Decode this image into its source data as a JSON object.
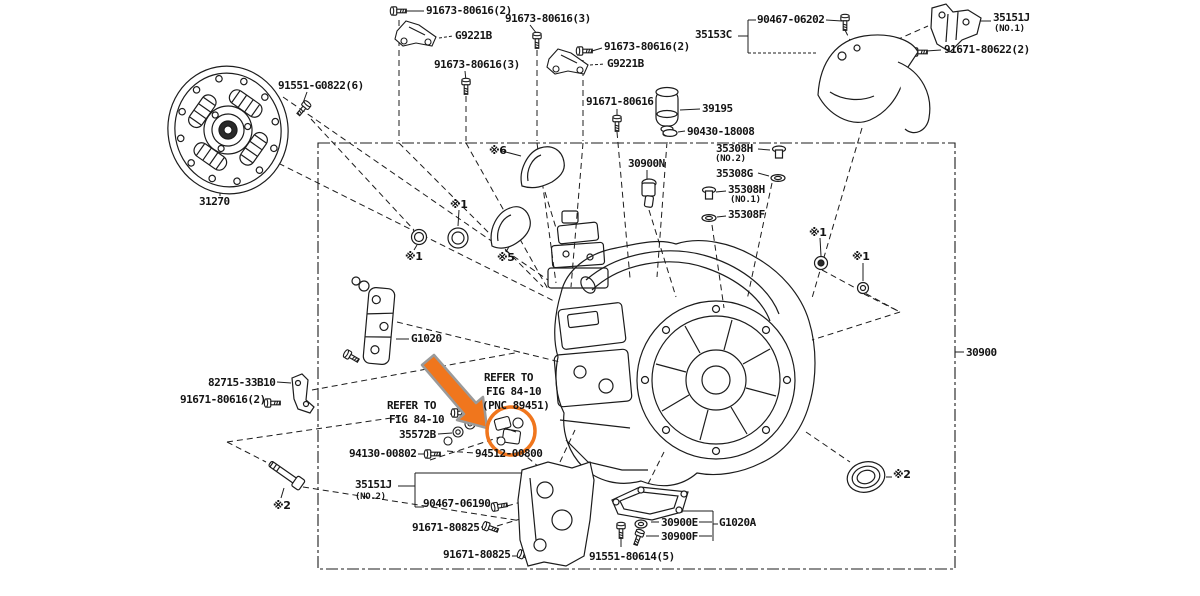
{
  "diagram": {
    "kind": "exploded-parts-diagram",
    "frame_part_label": "30900",
    "colors": {
      "line": "#1c1c1c",
      "highlight": "#f0761d",
      "arrow_outline": "#9a9a9a",
      "background": "#ffffff"
    },
    "labels": {
      "bolt_91673_a": {
        "text": "91673-80616(2)"
      },
      "bracket_g9221_a": {
        "text": "G9221B"
      },
      "bolt_91673_b": {
        "text": "91673-80616(3)"
      },
      "bolt_91673_c": {
        "text": "91673-80616(3)"
      },
      "bolt_91673_d": {
        "text": "91673-80616(2)"
      },
      "bracket_g9221_b": {
        "text": "G9221B"
      },
      "bolt_91671_a": {
        "text": "91671-80616"
      },
      "breather_39195": {
        "text": "39195"
      },
      "washer_90430": {
        "text": "90430-18008"
      },
      "cover_35153c": {
        "text": "35153C"
      },
      "screw_90467_a": {
        "text": "90467-06202"
      },
      "bracket_35151j_1": {
        "text": "35151J",
        "sub": "(NO.1)"
      },
      "bolt_91671_b": {
        "text": "91671-80622(2)"
      },
      "bolt_91551_g": {
        "text": "91551-G0822(6)"
      },
      "disc_31270": {
        "text": "31270"
      },
      "plug_35308h_2": {
        "text": "35308H",
        "sub": "(NO.2)"
      },
      "gasket_35308g": {
        "text": "35308G"
      },
      "plug_35308h_1": {
        "text": "35308H",
        "sub": "(NO.1)"
      },
      "gasket_35308f": {
        "text": "35308F"
      },
      "sensor_30900n": {
        "text": "30900N"
      },
      "note_6": {
        "text": "※6"
      },
      "note_1_a": {
        "text": "※1"
      },
      "note_1_b": {
        "text": "※1"
      },
      "note_5": {
        "text": "※5"
      },
      "bracket_g1020": {
        "text": "G1020"
      },
      "bracket_82715": {
        "text": "82715-33B10"
      },
      "bolt_91671_c": {
        "text": "91671-80616(2)"
      },
      "note_2_a": {
        "text": "※2"
      },
      "refer_r1": {
        "text": "REFER TO"
      },
      "refer_r2": {
        "text": "FIG 84-10"
      },
      "refer_r3": {
        "text": "(PNC 89451)"
      },
      "refer_l1": {
        "text": "REFER TO"
      },
      "refer_l2": {
        "text": "FIG 84-10"
      },
      "sensor_35572b": {
        "text": "35572B"
      },
      "gasket_94130": {
        "text": "94130-00802"
      },
      "washer_94512": {
        "text": "94512-00800"
      },
      "bracket_35151j_2": {
        "text": "35151J",
        "sub": "(NO.2)"
      },
      "screw_90467_b": {
        "text": "90467-06190"
      },
      "bolt_80825_a": {
        "text": "91671-80825"
      },
      "bolt_80825_b": {
        "text": "91671-80825"
      },
      "bolt_91551_b": {
        "text": "91551-80614(5)"
      },
      "grommet_30900e": {
        "text": "30900E"
      },
      "bracket_g1020a": {
        "text": "G1020A"
      },
      "bolt_30900f": {
        "text": "30900F"
      },
      "note_1_c": {
        "text": "※1"
      },
      "note_1_d": {
        "text": "※1"
      },
      "assy_30900": {
        "text": "30900"
      },
      "note_2_b": {
        "text": "※2"
      }
    }
  }
}
